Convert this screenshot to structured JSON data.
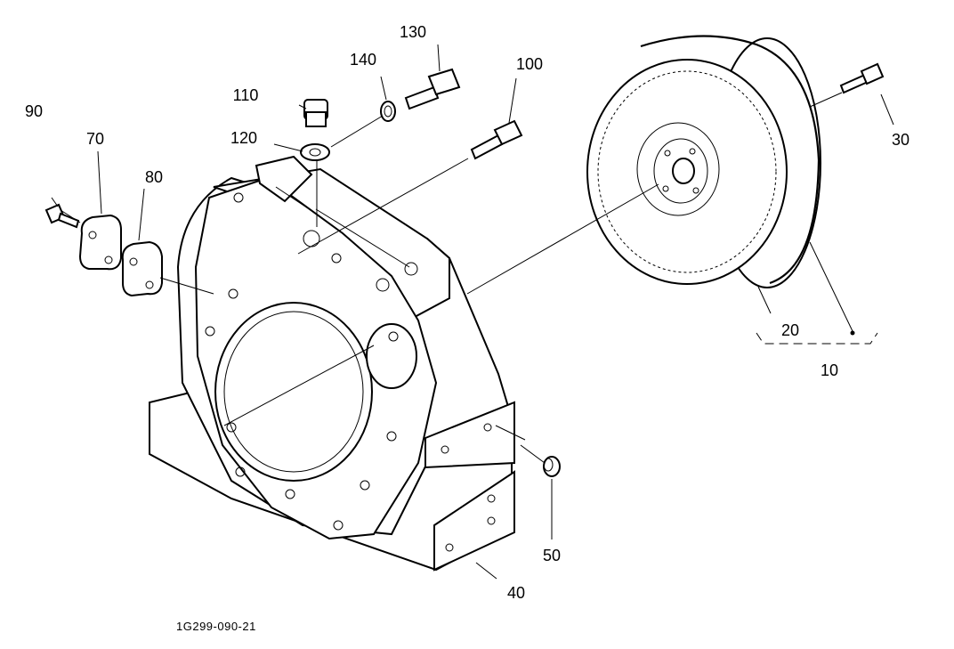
{
  "diagram": {
    "drawing_code": "1G299-090-21",
    "callouts": [
      "10",
      "20",
      "30",
      "40",
      "50",
      "70",
      "80",
      "90",
      "100",
      "110",
      "120",
      "130",
      "140"
    ]
  }
}
